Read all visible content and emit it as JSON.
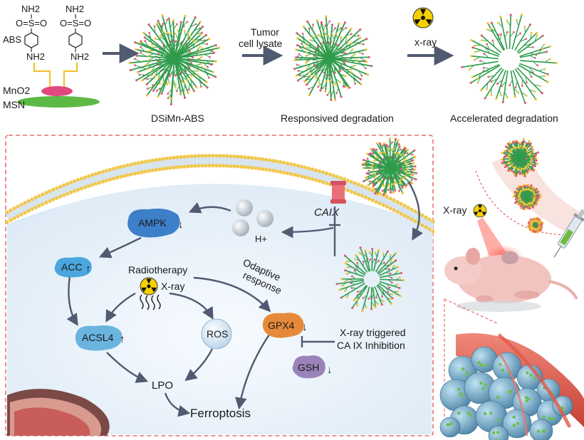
{
  "top_row": {
    "chem": {
      "nh2_top_left": "NH2",
      "nh2_top_right": "NH2",
      "sulfonyl_left": "O=S=O",
      "sulfonyl_right": "O=S=O",
      "abs_label": "ABS",
      "nh2_bottom_left": "NH2",
      "nh2_bottom_right": "NH2",
      "mno2_label": "MnO2",
      "msn_label": "MSN"
    },
    "particle_label_1": "DSiMn-ABS",
    "arrow_label_1a": "Tumor",
    "arrow_label_1b": "cell lysate",
    "particle_label_2": "Responsived degradation",
    "arrow_label_2": "x-ray",
    "particle_label_3": "Accelerated degradation"
  },
  "cell_panel": {
    "caix": "CAIX",
    "h_plus": "H+",
    "ampk": "AMPK",
    "ampk_arrow": "↓",
    "acc": "ACC",
    "acc_arrow": "↑",
    "radiotherapy": "Radiotherapy",
    "xray": "X-ray",
    "odaptive_1": "Odaptive",
    "odaptive_2": "response",
    "gpx4": "GPX4",
    "gpx4_arrow": "↓",
    "acsl4": "ACSL4",
    "acsl4_arrow": "↑",
    "ros": "ROS",
    "lpo": "LPO",
    "gsh": "GSH",
    "gsh_arrow": "↓",
    "xray_trig_1": "X-ray triggered",
    "xray_trig_2": "CA IX Inhibition",
    "ferroptosis": "Ferroptosis"
  },
  "right_panel": {
    "xray_label": "X-ray"
  },
  "colors": {
    "dashed_border": "#e0504a",
    "arrow": "#505a70",
    "ampk": "#3d7fc8",
    "acc": "#4aa6dc",
    "acsl4": "#6ab4df",
    "gpx4": "#e58a3a",
    "gsh": "#9b82b8",
    "membrane_head": "#f2c84b",
    "cell_bg": "#eef4fa",
    "particle_green": "#2e9b4a",
    "radiation_yellow": "#f5d000"
  }
}
